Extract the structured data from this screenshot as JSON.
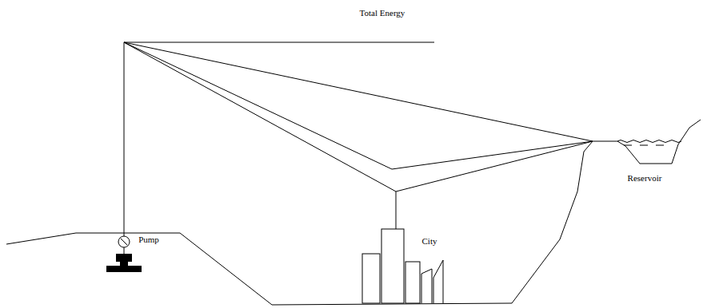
{
  "diagram": {
    "labels": [
      "Total Energy",
      "Pump",
      "City",
      "Reservoir"
    ]
  }
}
